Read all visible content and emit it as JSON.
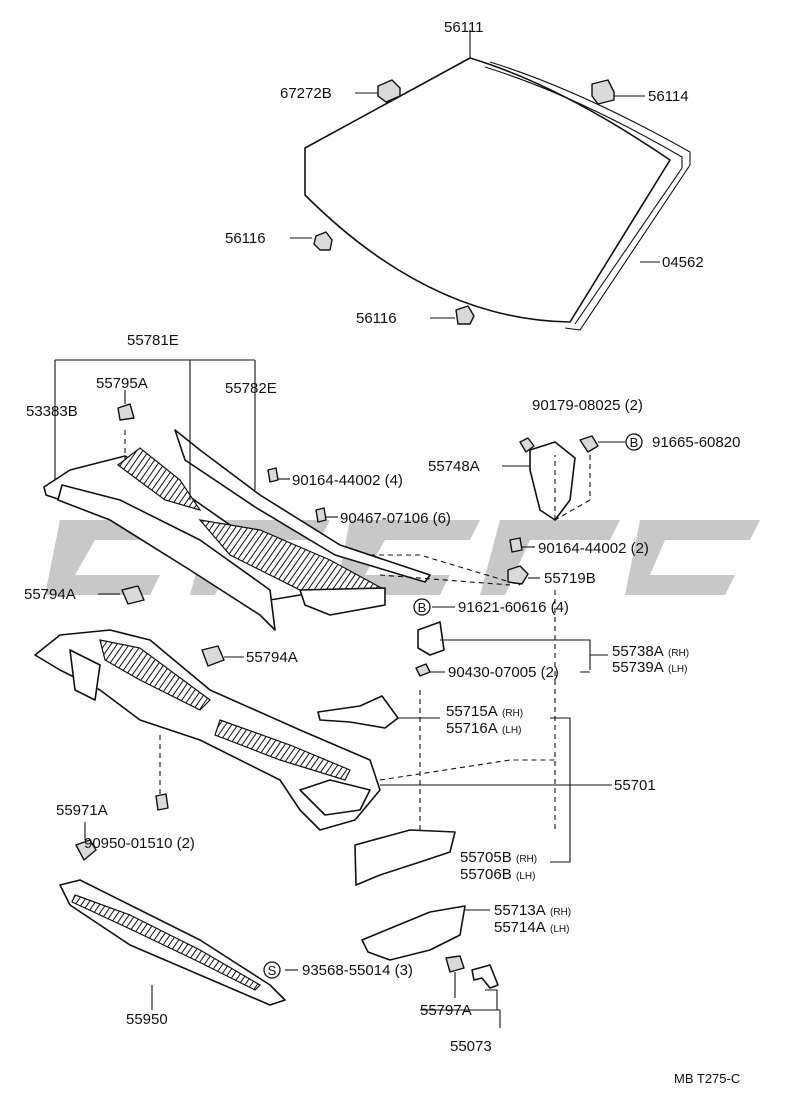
{
  "labels": {
    "p56111": "56111",
    "p67272B": "67272B",
    "p56114": "56114",
    "p56116a": "56116",
    "p04562": "04562",
    "p56116b": "56116",
    "p55781E": "55781E",
    "p55795A": "55795A",
    "p53383B": "53383B",
    "p55782E": "55782E",
    "p90179": "90179-08025 (2)",
    "p91665": "91665-60820",
    "p55748A": "55748A",
    "p90164a": "90164-44002 (4)",
    "p90467": "90467-07106 (6)",
    "p90164b": "90164-44002 (2)",
    "p55719B": "55719B",
    "p55794Aa": "55794A",
    "p91621": "91621-60616 (4)",
    "p55738A": "55738A",
    "p55738A_sub": "(RH)",
    "p55739A": "55739A",
    "p55739A_sub": "(LH)",
    "p90430": "90430-07005 (2)",
    "p55794Ab": "55794A",
    "p55715A": "55715A",
    "p55715A_sub": "(RH)",
    "p55716A": "55716A",
    "p55716A_sub": "(LH)",
    "p55701": "55701",
    "p55971A": "55971A",
    "p90950": "90950-01510 (2)",
    "p55705B": "55705B",
    "p55705B_sub": "(RH)",
    "p55706B": "55706B",
    "p55706B_sub": "(LH)",
    "p55713A": "55713A",
    "p55713A_sub": "(RH)",
    "p55714A": "55714A",
    "p55714A_sub": "(LH)",
    "p93568": "93568-55014 (3)",
    "p55950": "55950",
    "p55797A": "55797A",
    "p55073": "55073",
    "ref": "MB T275-C"
  },
  "markers": {
    "b1": "B",
    "b2": "B",
    "s1": "S"
  },
  "colors": {
    "line": "#111111",
    "watermark": "#9a9a9a",
    "background": "#ffffff"
  }
}
